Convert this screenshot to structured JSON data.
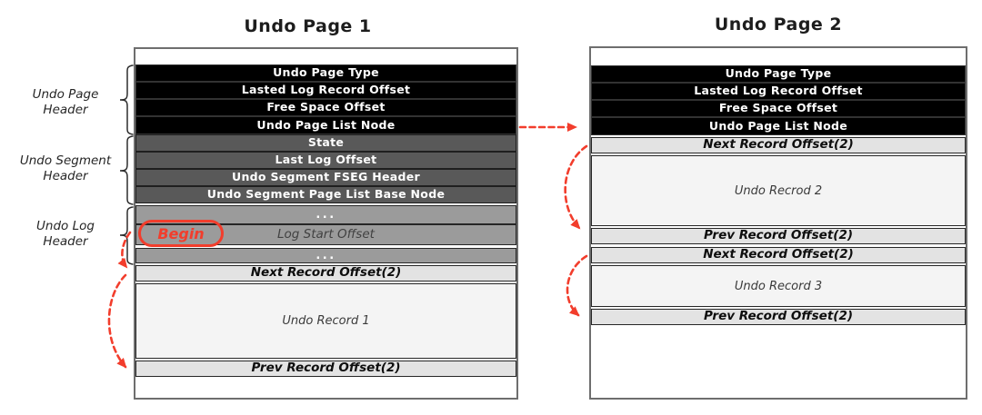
{
  "page1": {
    "title": "Undo Page 1",
    "rows": [
      "Undo Page Type",
      "Lasted Log Record Offset",
      "Free Space Offset",
      "Undo Page List Node",
      "State",
      "Last Log Offset",
      "Undo Segment FSEG Header",
      "Undo Segment Page List Base Node",
      "...",
      "Log Start Offset",
      "...",
      "Next Record Offset(2)",
      "Undo Record 1",
      "Prev Record Offset(2)"
    ]
  },
  "page2": {
    "title": "Undo Page 2",
    "rows": [
      "Undo Page Type",
      "Lasted Log Record Offset",
      "Free Space Offset",
      "Undo Page List Node",
      "Next Record Offset(2)",
      "Undo Recrod 2",
      "Prev Record Offset(2)",
      "Next Record Offset(2)",
      "Undo Record 3",
      "Prev Record Offset(2)"
    ]
  },
  "side_labels": [
    {
      "line1": "Undo Page",
      "line2": "Header"
    },
    {
      "line1": "Undo Segment",
      "line2": "Header"
    },
    {
      "line1": "Undo Log",
      "line2": "Header"
    }
  ],
  "begin_badge": "Begin",
  "colors": {
    "black_row": "#000000",
    "dark_row": "#595959",
    "mid_row": "#9b9b9b",
    "light_row": "#e3e3e3",
    "record_row": "#f4f4f4",
    "arrow_red": "#f23d2c"
  }
}
